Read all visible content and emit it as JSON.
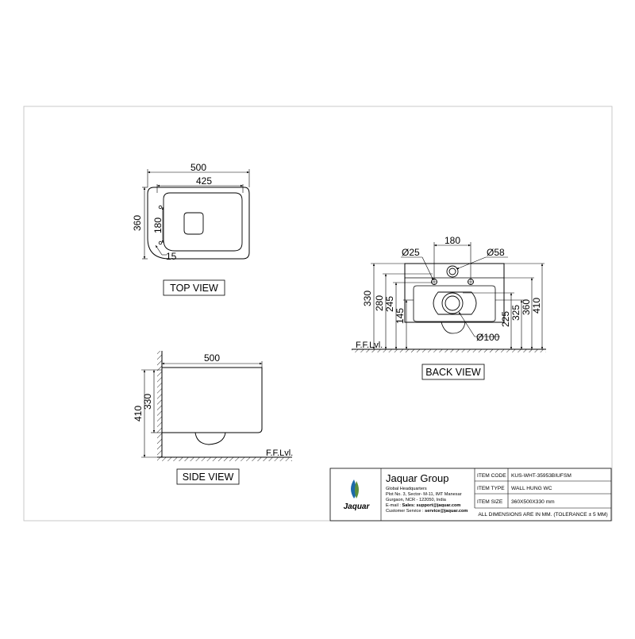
{
  "views": {
    "top": {
      "label": "TOP VIEW",
      "dims": {
        "overall_width": "500",
        "seat_width": "425",
        "depth": "360",
        "fix_spacing": "180",
        "fix_offset": "15"
      }
    },
    "side": {
      "label": "SIDE VIEW",
      "floor_label": "F.F.Lvl.",
      "dims": {
        "width": "500",
        "total_height": "410",
        "body_height": "330"
      }
    },
    "back": {
      "label": "BACK VIEW",
      "floor_label": "F.F.Lvl.",
      "dims": {
        "inlet_spacing": "180",
        "fix_hole_dia": "Ø25",
        "inlet_dia": "Ø58",
        "outlet_dia": "Ø100",
        "h330": "330",
        "h280": "280",
        "h245": "245",
        "h145": "145",
        "h225": "225",
        "h325": "325",
        "h360": "360",
        "h410": "410"
      }
    }
  },
  "title_block": {
    "company": "Jaquar Group",
    "logo_text": "Jaquar",
    "address": [
      "Global Headquarters",
      "Plot No. 3, Sector- M-11, IMT Manesar",
      "Gurgaon, NCR - 122050, India"
    ],
    "email_label": "E-mail : ",
    "email": "Sales: support@jaquar.com",
    "service_label": "Customer Service : ",
    "service_email": "service@jaquar.com",
    "rows": [
      {
        "label": "ITEM  CODE",
        "value": "KUS-WHT-35953BIUFSM"
      },
      {
        "label": "ITEM  TYPE",
        "value": "WALL HUNG WC"
      },
      {
        "label": "ITEM  SIZE",
        "value": "360X500X330 mm"
      }
    ],
    "note": "ALL DIMENSIONS ARE IN MM. (TOLERANCE ± 5 MM)"
  },
  "colors": {
    "logo_blue": "#1d6aa8",
    "logo_green": "#5b8f3b",
    "line": "#000000",
    "frame": "#b8b8b8"
  }
}
